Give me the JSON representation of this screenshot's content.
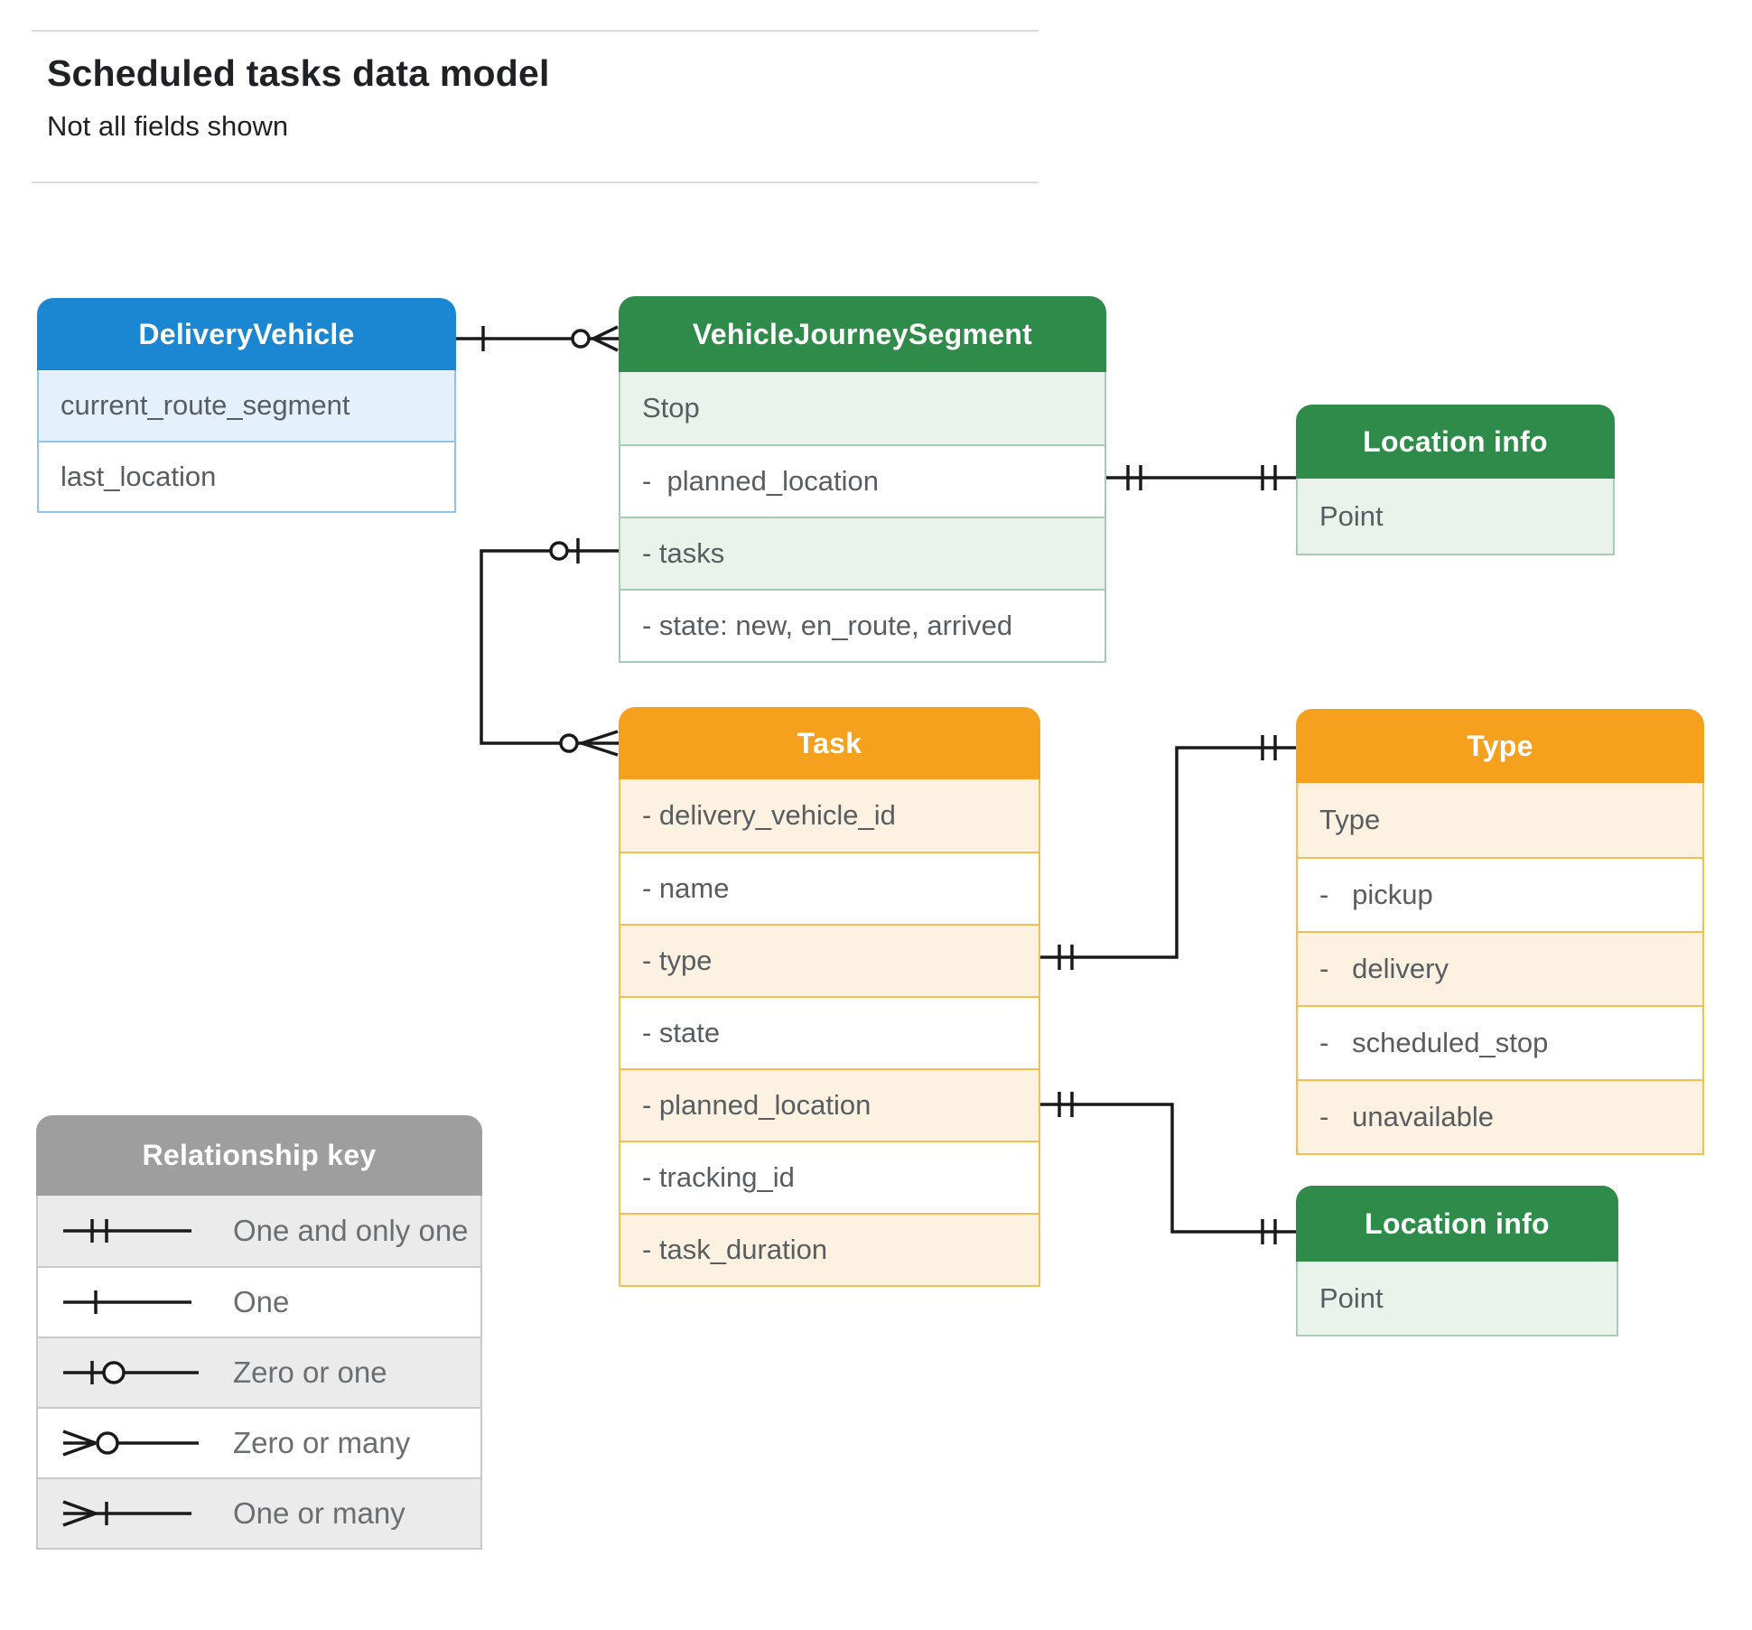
{
  "page": {
    "title": "Scheduled tasks data model",
    "subtitle": "Not all fields shown"
  },
  "entities": {
    "delivery_vehicle": {
      "title": "DeliveryVehicle",
      "rows": [
        "current_route_segment",
        "last_location"
      ]
    },
    "vehicle_journey_segment": {
      "title": "VehicleJourneySegment",
      "rows": [
        "Stop",
        "-  planned_location",
        "- tasks",
        "- state: new, en_route, arrived"
      ]
    },
    "location_info_top": {
      "title": "Location info",
      "rows": [
        "Point"
      ]
    },
    "task": {
      "title": "Task",
      "rows": [
        "- delivery_vehicle_id",
        "- name",
        "- type",
        "- state",
        "- planned_location",
        "- tracking_id",
        "- task_duration"
      ]
    },
    "type": {
      "title": "Type",
      "rows": [
        "Type",
        "-   pickup",
        "-   delivery",
        "-   scheduled_stop",
        "-   unavailable"
      ]
    },
    "location_info_bottom": {
      "title": "Location info",
      "rows": [
        "Point"
      ]
    }
  },
  "legend": {
    "title": "Relationship key",
    "items": [
      {
        "symbol": "one-and-only-one",
        "label": "One and only one"
      },
      {
        "symbol": "one",
        "label": "One"
      },
      {
        "symbol": "zero-or-one",
        "label": "Zero or one"
      },
      {
        "symbol": "zero-or-many",
        "label": "Zero or many"
      },
      {
        "symbol": "one-or-many",
        "label": "One or many"
      }
    ]
  },
  "colors": {
    "blue_header": "#1b87d2",
    "blue_row": "#e4f1fc",
    "green_header": "#2e8b49",
    "green_row": "#e9f2eb",
    "orange_header": "#f6a11e",
    "orange_row": "#fdf2e2",
    "gray_header": "#9e9e9e",
    "gray_row": "#ebebeb",
    "line": "#1a1a1a",
    "row_text": "#585d61"
  }
}
